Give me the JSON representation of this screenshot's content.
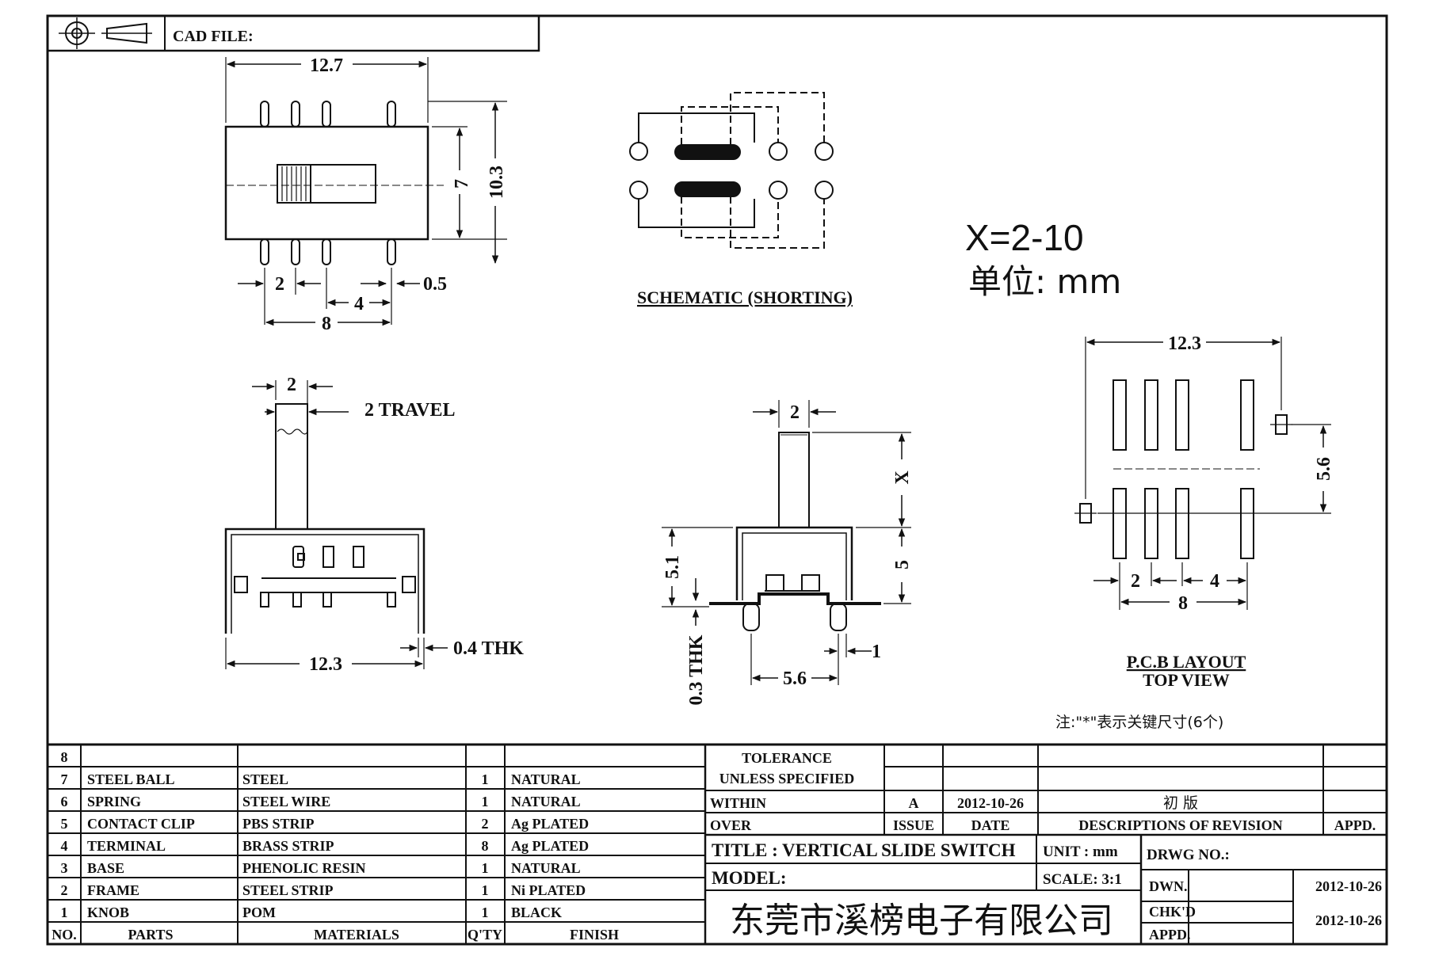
{
  "header": {
    "cad_file_label": "CAD FILE:",
    "projection_icon": "first-angle-projection-icon"
  },
  "top_view": {
    "dim_overall": "12.7",
    "dim_height_inner": "7",
    "dim_height_outer": "10.3",
    "dim_pin_pitch": "2",
    "dim_pin_gap": "4",
    "dim_pin_span": "8",
    "dim_pin_thk": "0.5"
  },
  "schematic": {
    "caption": "SCHEMATIC (SHORTING)"
  },
  "notes": {
    "x_range": "X=2-10",
    "unit_line": "单位: mm",
    "key_note": "注:\"*\"表示关键尺寸(6个)"
  },
  "side_view": {
    "dim_knob": "2",
    "travel_label": "2 TRAVEL",
    "thk_label": "0.4 THK",
    "dim_width": "12.3"
  },
  "end_view": {
    "dim_knob": "2",
    "dim_x": "X",
    "dim_body": "5",
    "dim_body_left": "5.1",
    "dim_thk": "0.3 THK",
    "dim_leg_span": "5.6",
    "dim_leg": "1"
  },
  "pcb_layout": {
    "dim_width": "12.3",
    "dim_row_gap": "5.6",
    "dim_pitch": "2",
    "dim_gap": "4",
    "dim_span": "8",
    "caption_line1": "P.C.B LAYOUT",
    "caption_line2": "TOP VIEW"
  },
  "bom": {
    "headers": {
      "no": "NO.",
      "parts": "PARTS",
      "materials": "MATERIALS",
      "qty": "Q'TY",
      "finish": "FINISH"
    },
    "rows": [
      {
        "no": "8",
        "part": "",
        "material": "",
        "qty": "",
        "finish": ""
      },
      {
        "no": "7",
        "part": "STEEL BALL",
        "material": "STEEL",
        "qty": "1",
        "finish": "NATURAL"
      },
      {
        "no": "6",
        "part": "SPRING",
        "material": "STEEL WIRE",
        "qty": "1",
        "finish": "NATURAL"
      },
      {
        "no": "5",
        "part": "CONTACT CLIP",
        "material": "PBS STRIP",
        "qty": "2",
        "finish": "Ag PLATED"
      },
      {
        "no": "4",
        "part": "TERMINAL",
        "material": "BRASS STRIP",
        "qty": "8",
        "finish": "Ag PLATED"
      },
      {
        "no": "3",
        "part": "BASE",
        "material": "PHENOLIC RESIN",
        "qty": "1",
        "finish": "NATURAL"
      },
      {
        "no": "2",
        "part": "FRAME",
        "material": "STEEL STRIP",
        "qty": "1",
        "finish": "Ni PLATED"
      },
      {
        "no": "1",
        "part": "KNOB",
        "material": "POM",
        "qty": "1",
        "finish": "BLACK"
      }
    ]
  },
  "tolerance": {
    "line1": "TOLERANCE",
    "line2": "UNLESS  SPECIFIED",
    "within": "WITHIN",
    "over": "OVER"
  },
  "revision": {
    "issue_value": "A",
    "date_value": "2012-10-26",
    "description_value": "初 版",
    "issue_label": "ISSUE",
    "date_label": "DATE",
    "description_label": "DESCRIPTIONS OF REVISION",
    "approved_label": "APPD."
  },
  "title_block": {
    "title": "TITLE :  VERTICAL  SLIDE  SWITCH",
    "unit": "UNIT :  mm",
    "drawing_no_label": "DRWG NO.:",
    "model_label": "MODEL:",
    "scale": "SCALE:  3:1",
    "company": "东莞市溪榜电子有限公司",
    "drawn_label": "DWN.",
    "drawn_date": "2012-10-26",
    "checked_label": "CHK'D",
    "approved_label": "APPD.",
    "check_date": "2012-10-26"
  }
}
